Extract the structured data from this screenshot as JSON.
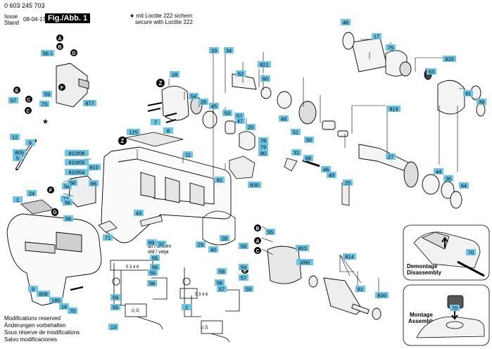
{
  "header": {
    "doc_number": "0 603 245 703",
    "issue_label": "Issue",
    "stand_label": "Stand",
    "date": "08-04-17",
    "figure_label": "Fig./Abb. 1",
    "loctite_de": "★ mit Loctite 222 sichern",
    "loctite_en": "secure with Loctite 222"
  },
  "footer": {
    "lines": [
      "Modifications reserved",
      "Änderungen vorbehalten",
      "Sous réserve de modifications",
      "Salvo modificaciones"
    ]
  },
  "legend_all_old": [
    "all / ancien",
    "old / vieja"
  ],
  "inset_texts": {
    "demontage": "Demontage",
    "disassembly": "Disassembly",
    "montage": "Montage",
    "assembly": "Assembly"
  },
  "colors": {
    "tag_fill": "#6ec6e6",
    "line": "#000000"
  },
  "letter_markers": [
    "A",
    "B",
    "C",
    "D",
    "E",
    "F",
    "G"
  ],
  "wiring_blocks": [
    "5 3 4 6",
    "1| 2|"
  ],
  "tags": [
    "48",
    "17",
    "75",
    "833",
    "63",
    "91",
    "39",
    "33",
    "34",
    "821",
    "60",
    "62",
    "18",
    "54",
    "26",
    "819",
    "45",
    "53",
    "52",
    "47",
    "20",
    "51",
    "50",
    "48",
    "78",
    "79",
    "80",
    "31",
    "68",
    "27",
    "46",
    "49",
    "44",
    "36",
    "64",
    "25",
    "125",
    "11",
    "81",
    "830",
    "810/06",
    "810/05",
    "810/04",
    "810",
    "58",
    "66",
    "72",
    "56",
    "43",
    "32",
    "69",
    "29",
    "40",
    "28",
    "24",
    "1",
    "9",
    "808",
    "180",
    "16",
    "70",
    "55",
    "56",
    "877",
    "57",
    "59",
    "73",
    "12",
    "6",
    "805",
    "5",
    "58",
    "56",
    "55",
    "59",
    "59",
    "57",
    "59",
    "55",
    "56",
    "55",
    "56",
    "59",
    "55",
    "58",
    "56",
    "57",
    "2",
    "13",
    "803",
    "3/60",
    "814",
    "61",
    "830",
    "70",
    "70",
    "7",
    "8",
    "71"
  ]
}
